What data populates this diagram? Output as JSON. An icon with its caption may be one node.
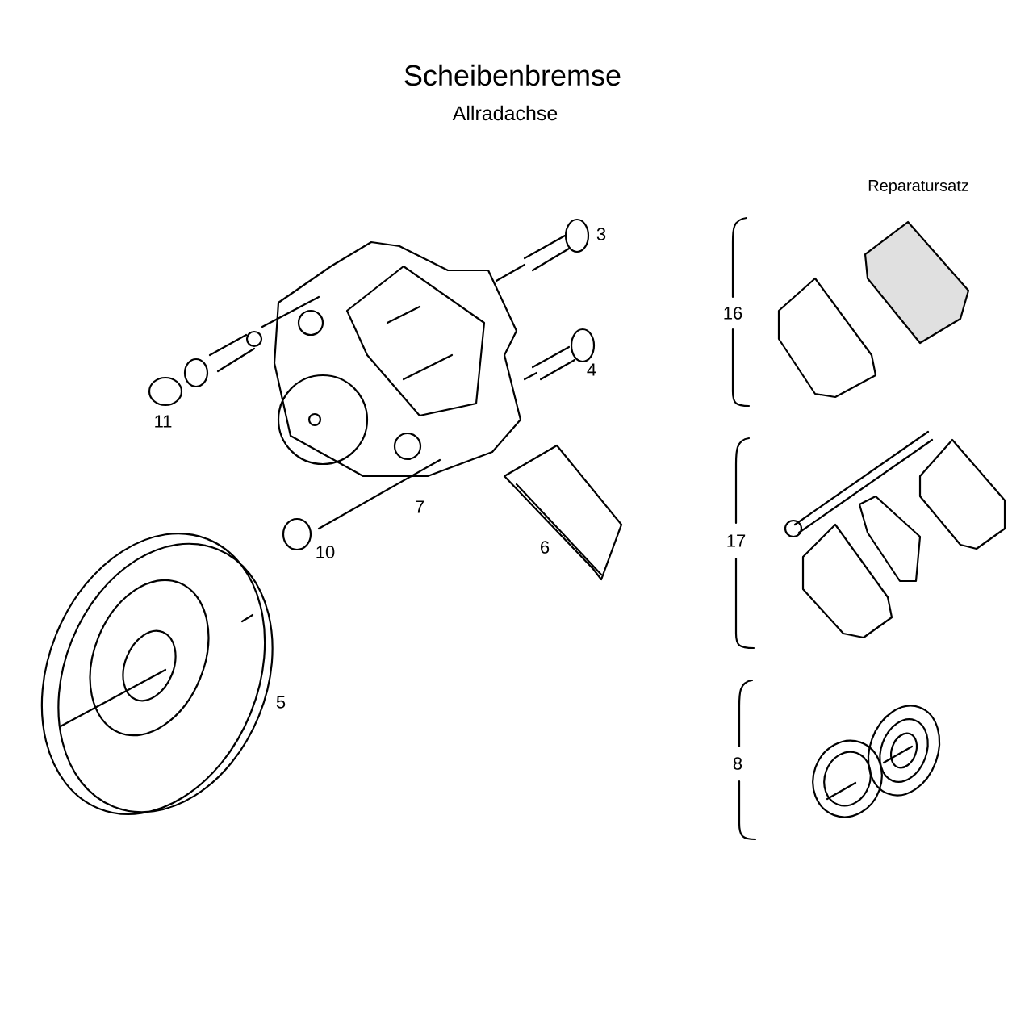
{
  "diagram": {
    "title": "Scheibenbremse",
    "labels": [
      "Allradachse",
      "Reparatursatz",
      "3",
      "16",
      "4",
      "11",
      "7",
      "10",
      "6",
      "17",
      "5",
      "8"
    ]
  }
}
